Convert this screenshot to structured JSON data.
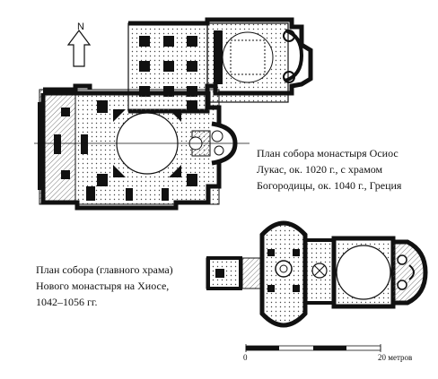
{
  "plans": [
    {
      "name": "osios-loukas",
      "caption_lines": [
        "План собора монастыря Осиос",
        "Лукас, ок. 1020 г., с храмом",
        "Богородицы, ок. 1040 г., Греция"
      ]
    },
    {
      "name": "nea-moni-chios",
      "caption_lines": [
        "План собора (главного храма)",
        "Нового монастыря на Хиосе,",
        "1042–1056 гг."
      ]
    }
  ],
  "north_arrow": {
    "letter": "N",
    "icon": "north-arrow-icon"
  },
  "scale_bar": {
    "start_label": "0",
    "end_label": "20 метров"
  },
  "colors": {
    "ink": "#111111",
    "paper": "#ffffff",
    "hatch": "#555555"
  }
}
